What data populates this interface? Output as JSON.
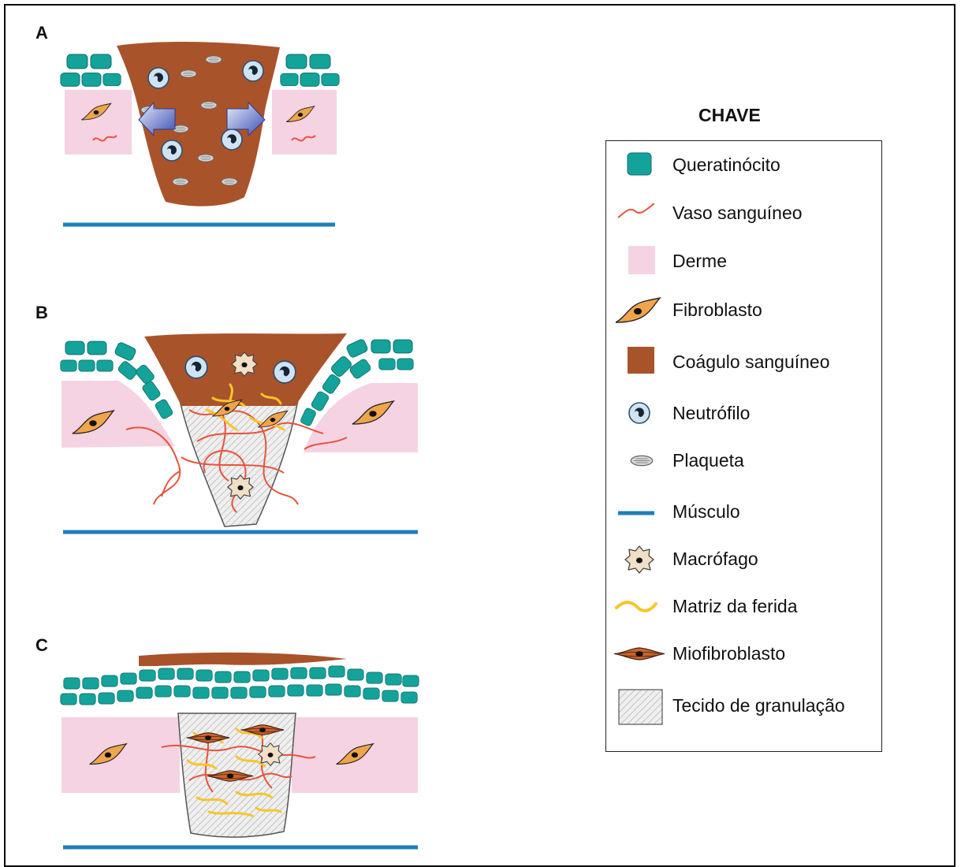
{
  "panels": {
    "a": "A",
    "b": "B",
    "c": "C"
  },
  "key": {
    "title": "CHAVE",
    "items": [
      {
        "label": "Queratinócito",
        "icon": "keratinocyte-icon"
      },
      {
        "label": "Vaso sanguíneo",
        "icon": "blood-vessel-icon"
      },
      {
        "label": "Derme",
        "icon": "dermis-icon"
      },
      {
        "label": "Fibroblasto",
        "icon": "fibroblast-icon"
      },
      {
        "label": "Coágulo sanguíneo",
        "icon": "blood-clot-icon"
      },
      {
        "label": "Neutrófilo",
        "icon": "neutrophil-icon"
      },
      {
        "label": "Plaqueta",
        "icon": "platelet-icon"
      },
      {
        "label": "Músculo",
        "icon": "muscle-icon"
      },
      {
        "label": "Macrófago",
        "icon": "macrophage-icon"
      },
      {
        "label": "Matriz da ferida",
        "icon": "wound-matrix-icon"
      },
      {
        "label": "Miofibroblasto",
        "icon": "myofibroblast-icon"
      },
      {
        "label": "Tecido de granulação",
        "icon": "granulation-tissue-icon"
      }
    ]
  },
  "colors": {
    "keratinocyte": "#14a39a",
    "vessel": "#e8533b",
    "dermis": "#f5d3e3",
    "fibroblast": "#f0a44b",
    "clot": "#a9532b",
    "neutrophil": "#cfe3f2",
    "muscle": "#1f7fb8",
    "macrophage": "#f1dfc6",
    "matrix": "#f9c528",
    "myofibroblast": "#c8642e"
  }
}
